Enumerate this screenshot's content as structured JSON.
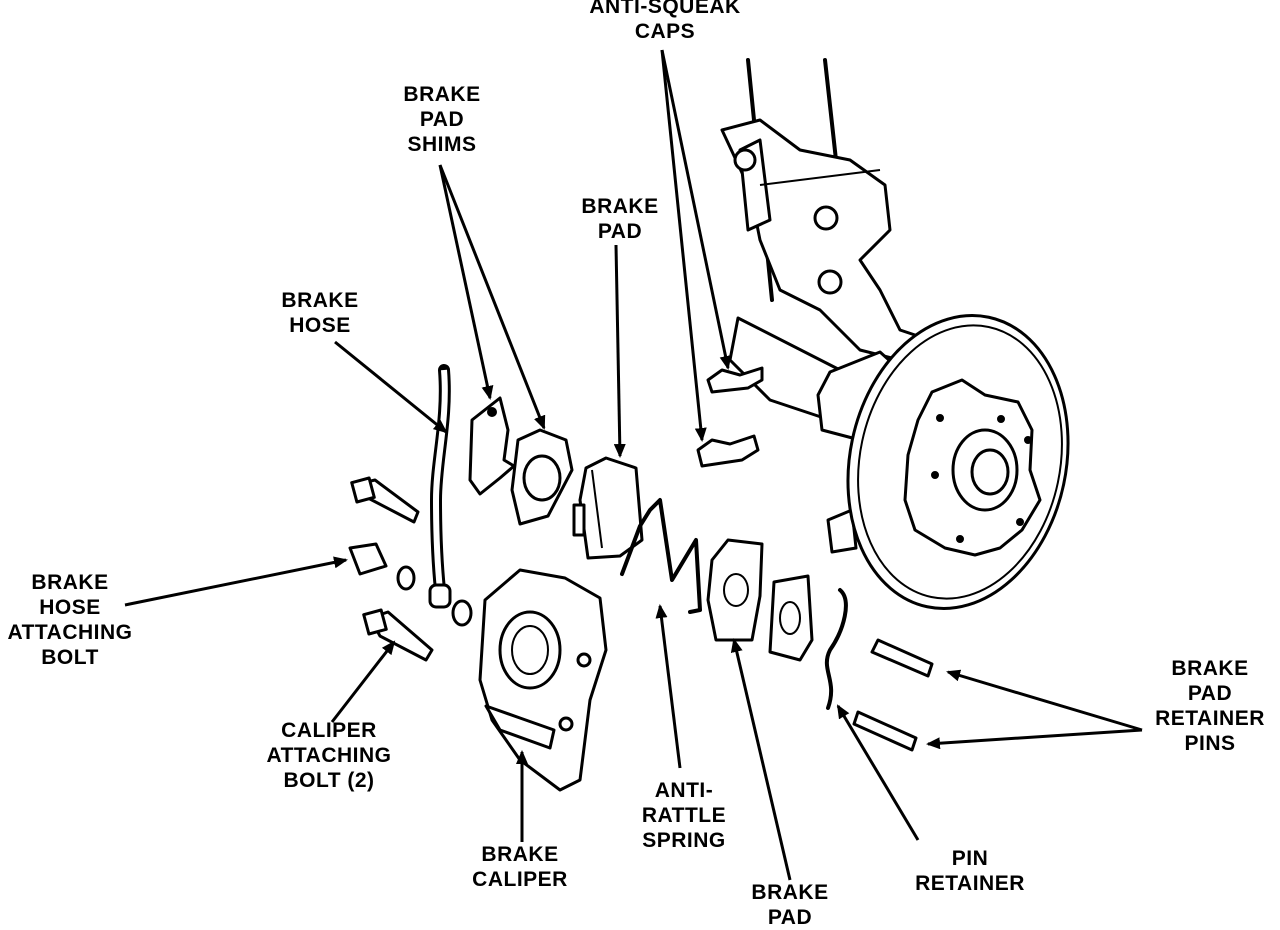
{
  "labels": {
    "anti_squeak_caps": [
      "ANTI-SQUEAK",
      "CAPS"
    ],
    "brake_pad_shims": [
      "BRAKE",
      "PAD",
      "SHIMS"
    ],
    "brake_pad_top": [
      "BRAKE",
      "PAD"
    ],
    "brake_hose": [
      "BRAKE",
      "HOSE"
    ],
    "brake_hose_attaching_bolt": [
      "BRAKE",
      "HOSE",
      "ATTACHING",
      "BOLT"
    ],
    "caliper_attaching_bolt": [
      "CALIPER",
      "ATTACHING",
      "BOLT (2)"
    ],
    "brake_caliper": [
      "BRAKE",
      "CALIPER"
    ],
    "anti_rattle_spring": [
      "ANTI-",
      "RATTLE",
      "SPRING"
    ],
    "brake_pad_bottom": [
      "BRAKE",
      "PAD"
    ],
    "pin_retainer": [
      "PIN",
      "RETAINER"
    ],
    "brake_pad_retainer_pins": [
      "BRAKE",
      "PAD",
      "RETAINER",
      "PINS"
    ]
  }
}
